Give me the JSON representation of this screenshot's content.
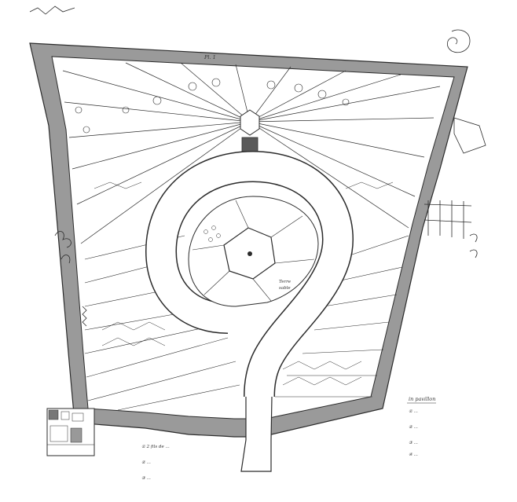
{
  "drawing": {
    "top_annotation": "Pl. 1",
    "right_vertical_note": "",
    "central_note_1": "Terre",
    "central_note_2": "sable",
    "lower_left_notes": [
      "① 2 fils de ...",
      "② ...",
      "③ ..."
    ],
    "lower_right_box_title": "in pavillon",
    "lower_right_notes": [
      "① ...",
      "② ...",
      "③ ...",
      "④ ..."
    ],
    "small_plan_label": "",
    "bottom_center_note": ""
  },
  "colors": {
    "ink": "#2b2b2b",
    "wall_fill": "#9a9a9a",
    "paper": "#ffffff"
  }
}
